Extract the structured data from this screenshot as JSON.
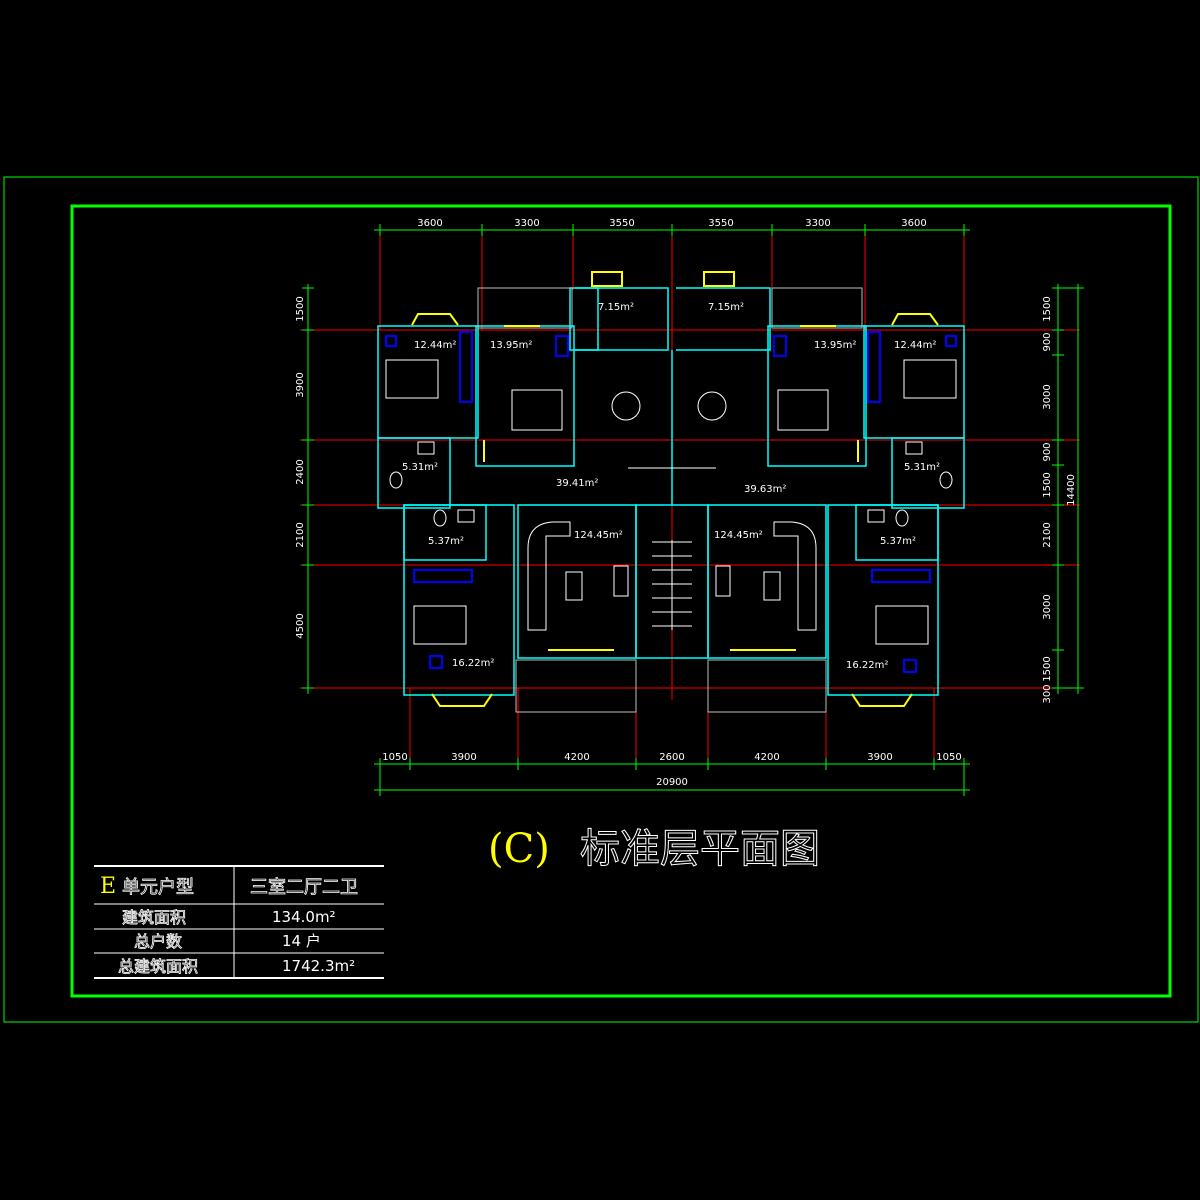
{
  "drawing": {
    "title_prefix": "(C)",
    "title_main": "标准层平面图",
    "top_dims": [
      "3600",
      "3300",
      "3550",
      "3550",
      "3300",
      "3600"
    ],
    "bottom_dims": [
      "1050",
      "3900",
      "4200",
      "2600",
      "4200",
      "3900",
      "1050"
    ],
    "bottom_total": "20900",
    "left_dims": [
      "1500",
      "3900",
      "2400",
      "2100",
      "4500"
    ],
    "right_dims": [
      "1500",
      "900",
      "3000",
      "900",
      "1500",
      "2100",
      "3000",
      "1500",
      "300"
    ],
    "right_total": "14400",
    "rooms": [
      {
        "label": "7.15m²",
        "kind": "balcony-left"
      },
      {
        "label": "7.15m²",
        "kind": "balcony-right"
      },
      {
        "label": "12.44m²",
        "kind": "bedroom-ul"
      },
      {
        "label": "13.95m²",
        "kind": "bedroom-ul2"
      },
      {
        "label": "13.95m²",
        "kind": "bedroom-ur2"
      },
      {
        "label": "12.44m²",
        "kind": "bedroom-ur"
      },
      {
        "label": "5.31m²",
        "kind": "bath-l"
      },
      {
        "label": "5.31m²",
        "kind": "bath-r"
      },
      {
        "label": "39.41m²",
        "kind": "dining-l"
      },
      {
        "label": "39.63m²",
        "kind": "dining-r"
      },
      {
        "label": "5.37m²",
        "kind": "bath2-l"
      },
      {
        "label": "5.37m²",
        "kind": "bath2-r"
      },
      {
        "label": "124.45m²",
        "kind": "living-l"
      },
      {
        "label": "124.45m²",
        "kind": "living-r"
      },
      {
        "label": "16.22m²",
        "kind": "bedroom-ll"
      },
      {
        "label": "16.22m²",
        "kind": "bedroom-lr"
      }
    ]
  },
  "table": {
    "unit_letter": "E",
    "rows": [
      {
        "label": "单元户型",
        "value": "三室二厅二卫"
      },
      {
        "label": "建筑面积",
        "value": "134.0m²"
      },
      {
        "label": "总户数",
        "value": "14 户"
      },
      {
        "label": "总建筑面积",
        "value": "1742.3m²"
      }
    ]
  },
  "colors": {
    "frame": "#00ff00",
    "wall": "#00ffff",
    "dim": "#00ff00",
    "axis": "#ff0000",
    "furniture": "#ffffff",
    "window": "#ffff00",
    "blue": "#0000ff",
    "title_c": "#ffff00",
    "text": "#ffffff"
  }
}
